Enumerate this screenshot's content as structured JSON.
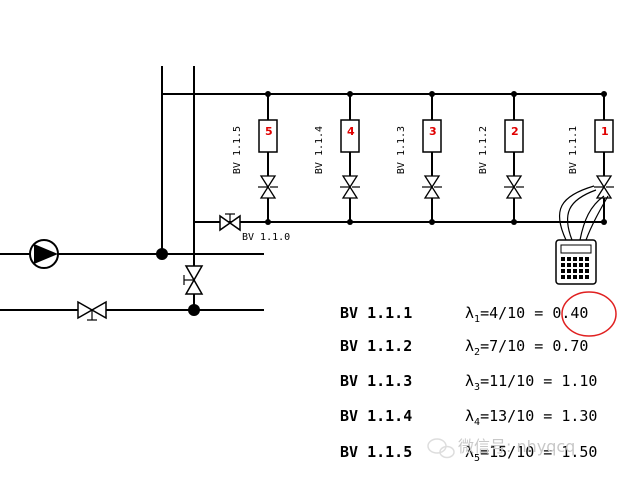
{
  "circuits": [
    {
      "number": "5",
      "valve": "BV 1.1.5"
    },
    {
      "number": "4",
      "valve": "BV 1.1.4"
    },
    {
      "number": "3",
      "valve": "BV 1.1.3"
    },
    {
      "number": "2",
      "valve": "BV 1.1.2"
    },
    {
      "number": "1",
      "valve": "BV 1.1.1"
    }
  ],
  "partner_valve": "BV 1.1.0",
  "lambda_table": [
    {
      "valve": "BV 1.1.1",
      "symbol": "λ",
      "sub": "1",
      "expr": "=4/10 = ",
      "value": "0.40"
    },
    {
      "valve": "BV 1.1.2",
      "symbol": "λ",
      "sub": "2",
      "expr": "=7/10 = ",
      "value": "0.70"
    },
    {
      "valve": "BV 1.1.3",
      "symbol": "λ",
      "sub": "3",
      "expr": "=11/10 = ",
      "value": "1.10"
    },
    {
      "valve": "BV 1.1.4",
      "symbol": "λ",
      "sub": "4",
      "expr": "=13/10 = ",
      "value": "1.30"
    },
    {
      "valve": "BV 1.1.5",
      "symbol": "λ",
      "sub": "5",
      "expr": "=15/10 = ",
      "value": "1.50"
    }
  ],
  "highlight": {
    "row": 0,
    "color": "#e02020"
  },
  "watermark": "微信号: nhyqcq",
  "colors": {
    "line": "#000000",
    "circuit_number": "#e00000",
    "watermark": "#c8c8c8"
  }
}
